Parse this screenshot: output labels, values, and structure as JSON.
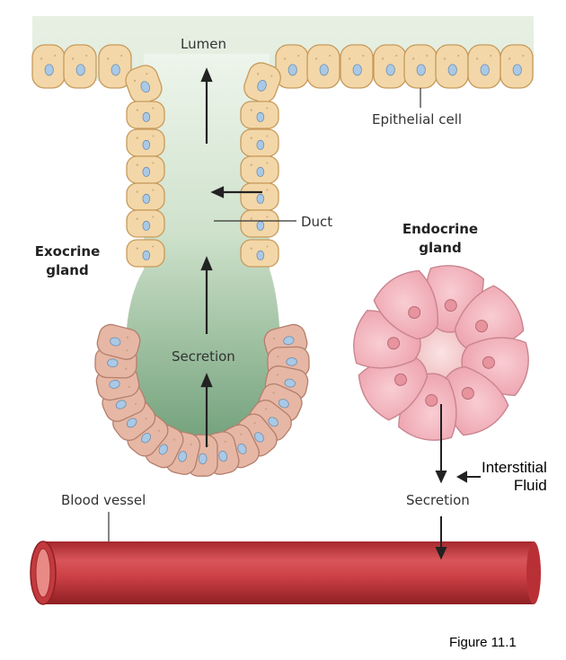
{
  "labels": {
    "lumen": "Lumen",
    "epithelial_cell": "Epithelial cell",
    "duct": "Duct",
    "exocrine_gland": "Exocrine\ngland",
    "endocrine_gland": "Endocrine\ngland",
    "secretion_exocrine": "Secretion",
    "interstitial_fluid": "Interstitial\nFluid",
    "secretion_endocrine": "Secretion",
    "blood_vessel": "Blood vessel",
    "figure_caption": "Figure 11.1"
  },
  "colors": {
    "epithelial_cell_fill": "#f3d7a8",
    "epithelial_cell_stroke": "#c79a5c",
    "exocrine_secretory_cell_fill": "#e6b7a4",
    "exocrine_secretory_cell_stroke": "#b47f6c",
    "nucleus": "#a9c9e6",
    "lumen_top": "#e9f2e6",
    "lumen_bottom": "#7fac86",
    "endocrine_cell_fill": "#f3b5bd",
    "endocrine_cell_stroke": "#c9848e",
    "endocrine_nucleus": "#e7949e",
    "blood_vessel": "#c8383b",
    "blood_vessel_lumen": "#e97f7c",
    "arrow": "#222222"
  }
}
